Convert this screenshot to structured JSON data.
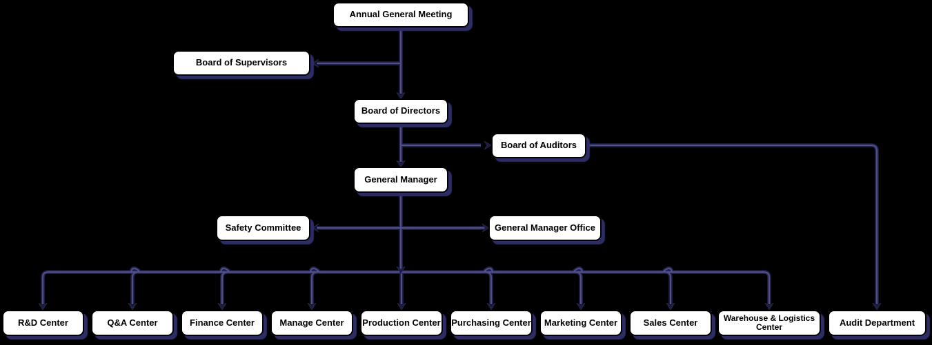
{
  "diagram_type": "org-chart",
  "colors": {
    "background": "#000000",
    "line_dark": "#23234d",
    "line_light": "#50508a",
    "arrow": "#1d1d3e",
    "box_fill": "#ffffff",
    "box_border": "#000000",
    "box_shadow": "#2d2d63",
    "text": "#000000"
  },
  "nodes": {
    "agm": {
      "label": "Annual General Meeting"
    },
    "bos": {
      "label": "Board of Supervisors"
    },
    "bod": {
      "label": "Board of Directors"
    },
    "boa": {
      "label": "Board of Auditors"
    },
    "gm": {
      "label": "General Manager"
    },
    "safety": {
      "label": "Safety Committee"
    },
    "gmo": {
      "label": "General Manager Office"
    },
    "rd": {
      "label": "R&D Center"
    },
    "qa": {
      "label": "Q&A Center"
    },
    "finance": {
      "label": "Finance Center"
    },
    "manage": {
      "label": "Manage Center"
    },
    "production": {
      "label": "Production Center"
    },
    "purchasing": {
      "label": "Purchasing Center"
    },
    "marketing": {
      "label": "Marketing Center"
    },
    "sales": {
      "label": "Sales Center"
    },
    "warehouse": {
      "label": "Warehouse & Logistics Center"
    },
    "audit": {
      "label": "Audit Department"
    }
  },
  "edges": [
    {
      "from": "Annual General Meeting",
      "to": "Board of Supervisors"
    },
    {
      "from": "Annual General Meeting",
      "to": "Board of Directors"
    },
    {
      "from": "Board of Directors",
      "to": "Board of Auditors"
    },
    {
      "from": "Board of Directors",
      "to": "General Manager"
    },
    {
      "from": "Board of Auditors",
      "to": "Audit Department"
    },
    {
      "from": "General Manager",
      "to": "Safety Committee"
    },
    {
      "from": "General Manager",
      "to": "General Manager Office"
    },
    {
      "from": "General Manager",
      "to": "R&D Center"
    },
    {
      "from": "General Manager",
      "to": "Q&A Center"
    },
    {
      "from": "General Manager",
      "to": "Finance Center"
    },
    {
      "from": "General Manager",
      "to": "Manage Center"
    },
    {
      "from": "General Manager",
      "to": "Production Center"
    },
    {
      "from": "General Manager",
      "to": "Purchasing Center"
    },
    {
      "from": "General Manager",
      "to": "Marketing Center"
    },
    {
      "from": "General Manager",
      "to": "Sales Center"
    },
    {
      "from": "General Manager",
      "to": "Warehouse & Logistics Center"
    }
  ]
}
